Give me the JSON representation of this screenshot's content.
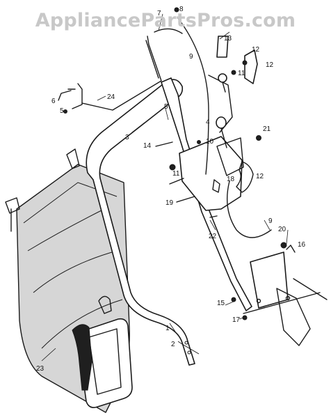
{
  "watermark": {
    "text": "AppliancePartsPros.com",
    "color": "#c8c8c8"
  },
  "callouts": [
    {
      "key": "c1",
      "label": "1"
    },
    {
      "key": "c2",
      "label": "2"
    },
    {
      "key": "c3",
      "label": "3"
    },
    {
      "key": "c4",
      "label": "4"
    },
    {
      "key": "c5a",
      "label": "5"
    },
    {
      "key": "c5b",
      "label": "5"
    },
    {
      "key": "c6",
      "label": "6"
    },
    {
      "key": "c7",
      "label": "7"
    },
    {
      "key": "c8",
      "label": "8"
    },
    {
      "key": "c9a",
      "label": "9"
    },
    {
      "key": "c9b",
      "label": "9"
    },
    {
      "key": "c10",
      "label": "10"
    },
    {
      "key": "c11a",
      "label": "11"
    },
    {
      "key": "c11b",
      "label": "11"
    },
    {
      "key": "c12a",
      "label": "12"
    },
    {
      "key": "c12b",
      "label": "12"
    },
    {
      "key": "c12c",
      "label": "12"
    },
    {
      "key": "c13",
      "label": "13"
    },
    {
      "key": "c14",
      "label": "14"
    },
    {
      "key": "c15",
      "label": "15"
    },
    {
      "key": "c16",
      "label": "16"
    },
    {
      "key": "c17",
      "label": "17"
    },
    {
      "key": "c18",
      "label": "18"
    },
    {
      "key": "c19",
      "label": "19"
    },
    {
      "key": "c20",
      "label": "20"
    },
    {
      "key": "c21",
      "label": "21"
    },
    {
      "key": "c22",
      "label": "22"
    },
    {
      "key": "c23",
      "label": "23"
    },
    {
      "key": "c24",
      "label": "24"
    }
  ]
}
